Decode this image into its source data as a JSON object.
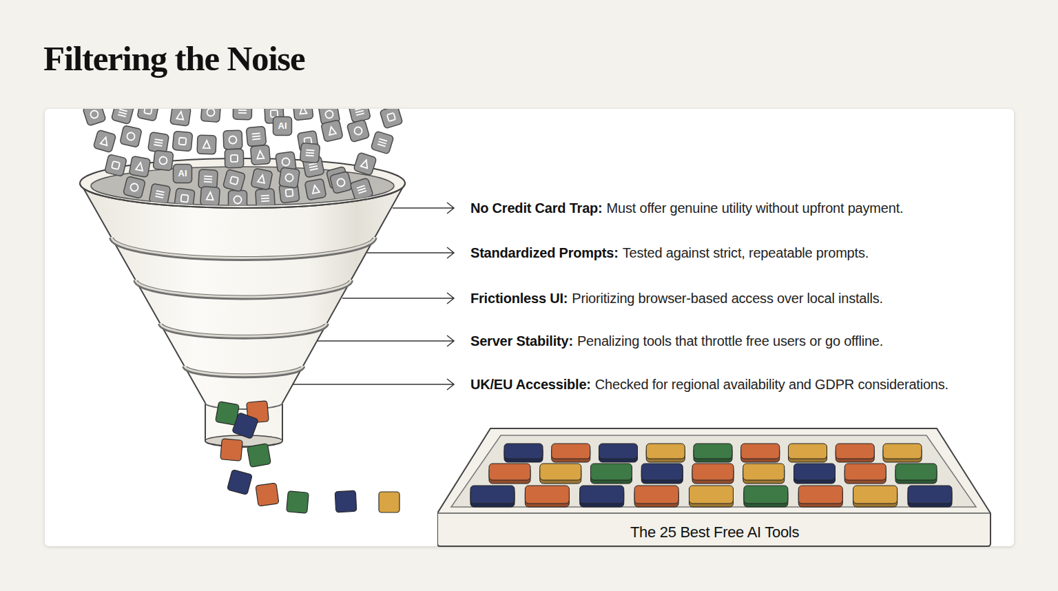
{
  "diagram": {
    "title": "Filtering the Noise",
    "nodes": [
      {
        "text": [
          "The 25 Best Free AI Tools"
        ]
      }
    ],
    "labels": [
      "No Credit Card Trap:",
      "Must offer genuine utility without upfront payment.",
      "Standardized Prompts:",
      "Tested against strict, repeatable prompts.",
      "Frictionless UI:",
      "Prioritizing browser-based access over local installs.",
      "Server Stability:",
      "Penalizing tools that throttle free users or go offline.",
      "UK/EU Accessible:",
      "Checked for regional availability and GDPR considerations.",
      "AI",
      "AI"
    ]
  }
}
